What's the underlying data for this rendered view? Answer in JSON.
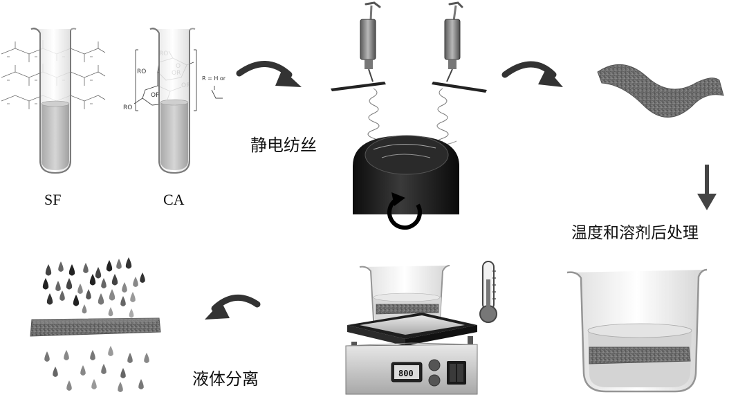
{
  "labels": {
    "sf": "SF",
    "ca": "CA",
    "electrospinning": "静电纺丝",
    "post_treatment": "温度和溶剂后处理",
    "liquid_separation": "液体分离",
    "ca_substituent_r": "R = H or",
    "hotplate_display": "800",
    "ro": "RO",
    "or": "OR",
    "o": "O"
  },
  "colors": {
    "ink": "#222222",
    "glass": "#8a8a8a",
    "liquid": "#bdbdbd",
    "membrane": "#6e6e6e",
    "drum": "#1a1a1a",
    "arrow": "#333333"
  },
  "icons": {
    "process_arrow": "curved-arrow-icon",
    "rotation": "rotate-arrow-icon",
    "thermometer": "thermometer-icon",
    "down_arrow": "down-arrow-icon"
  }
}
